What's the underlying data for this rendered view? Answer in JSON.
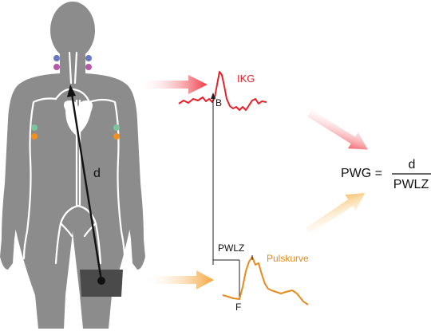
{
  "labels": {
    "distance": "d",
    "ikg": "IKG",
    "b_point": "B",
    "pwlz": "PWLZ",
    "pulse_curve": "Pulskurve",
    "f_point": "F"
  },
  "formula": {
    "lhs": "PWG =",
    "numerator": "d",
    "denominator": "PWLZ"
  },
  "colors": {
    "body": "#8c8c8c",
    "ikg": "#e8202a",
    "pulse": "#e88a1e",
    "electrode_blue": "#6a78c0",
    "electrode_purple": "#b65aa8",
    "electrode_green": "#7cc49a",
    "electrode_orange": "#f0901e",
    "cuff": "#4a4a4a"
  }
}
